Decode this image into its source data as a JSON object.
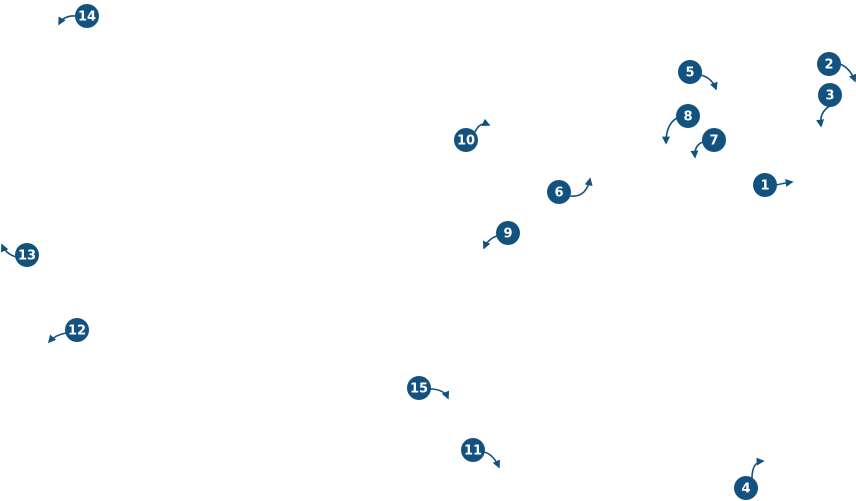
{
  "colors": {
    "marker": "#13527f",
    "marker_text": "#ffffff",
    "background": "#ffffff"
  },
  "markers": [
    {
      "label": "1",
      "arrow_direction": "right"
    },
    {
      "label": "2",
      "arrow_direction": "down-right"
    },
    {
      "label": "3",
      "arrow_direction": "down"
    },
    {
      "label": "4",
      "arrow_direction": "up-right"
    },
    {
      "label": "5",
      "arrow_direction": "down-right"
    },
    {
      "label": "6",
      "arrow_direction": "up-right"
    },
    {
      "label": "7",
      "arrow_direction": "down"
    },
    {
      "label": "8",
      "arrow_direction": "down-left"
    },
    {
      "label": "9",
      "arrow_direction": "down-left"
    },
    {
      "label": "10",
      "arrow_direction": "up-right"
    },
    {
      "label": "11",
      "arrow_direction": "down-right"
    },
    {
      "label": "12",
      "arrow_direction": "down-left"
    },
    {
      "label": "13",
      "arrow_direction": "up-left"
    },
    {
      "label": "14",
      "arrow_direction": "down-left"
    },
    {
      "label": "15",
      "arrow_direction": "down-right"
    }
  ]
}
